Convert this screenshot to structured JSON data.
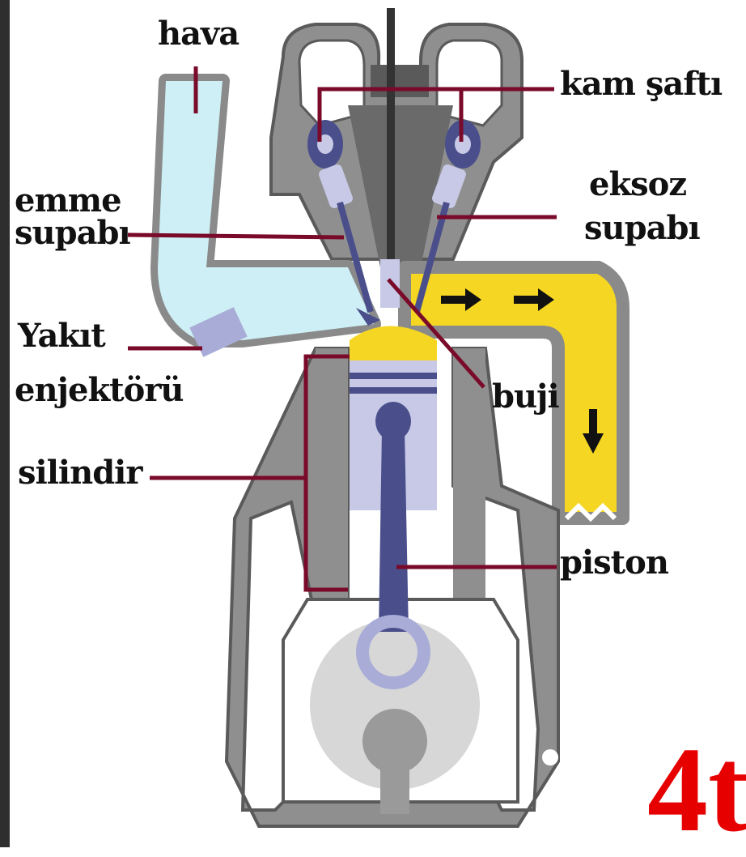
{
  "labels": {
    "hava": "hava",
    "kam_saftu": "kam şaftı",
    "emme_line1": "emme",
    "emme_line2": "supabı",
    "eksoz_line1": "eksoz",
    "eksoz_line2": "supabı",
    "yakit_line1": "Yakıt",
    "yakit_line2": "enjektörü",
    "buji": "buji",
    "silindir": "silindir",
    "piston": "piston",
    "corner_text": "4t"
  },
  "colors": {
    "engine_block": "#8f8f8f",
    "engine_outline": "#5a5a5a",
    "intake_air": "#cdeff5",
    "exhaust": "#f5d623",
    "piston": "#c7c9e6",
    "piston_crown": "#f5d623",
    "leader_line": "#7a0a2a",
    "corner_text": "#e60000"
  }
}
